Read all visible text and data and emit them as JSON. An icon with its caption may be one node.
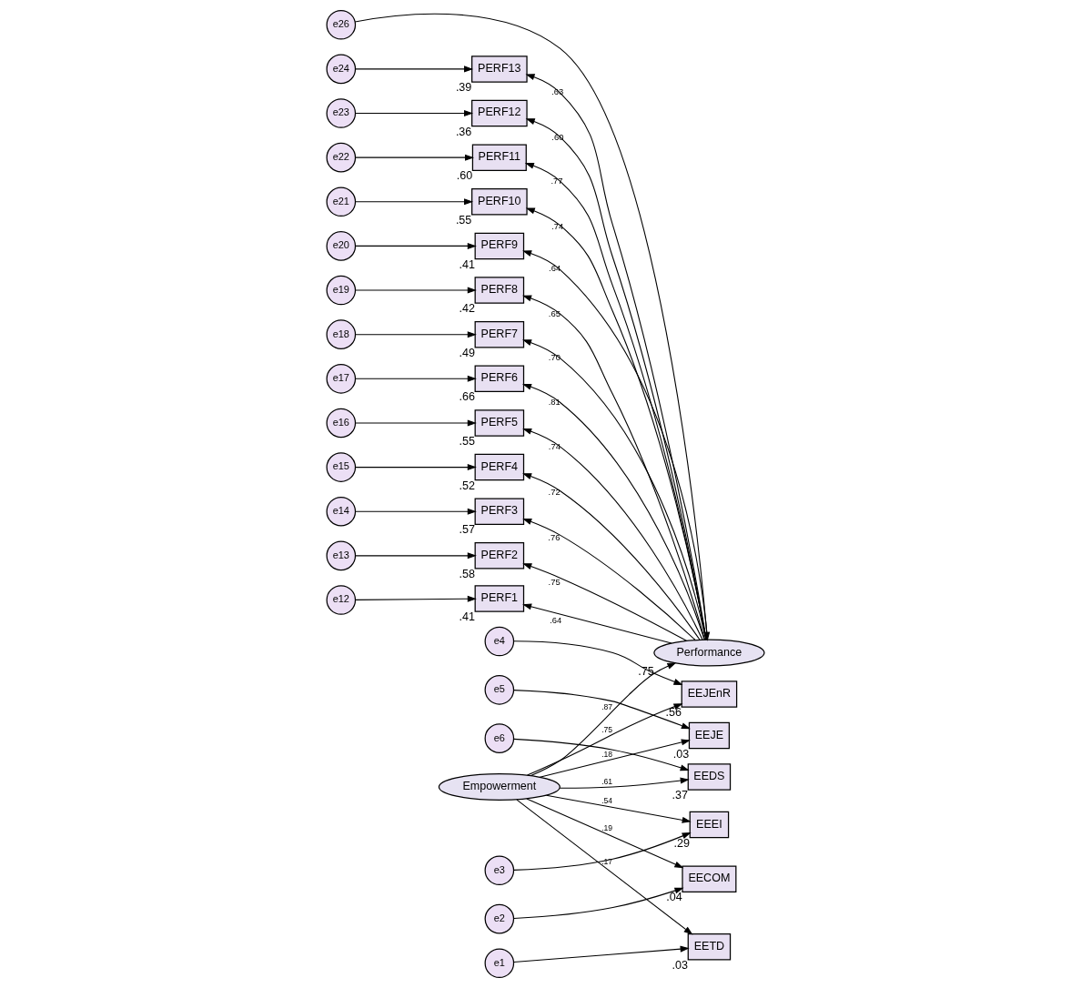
{
  "diagram": {
    "nodes": [
      {
        "text": [
          "e24"
        ]
      },
      {
        "text": [
          "e23"
        ]
      },
      {
        "text": [
          "e22"
        ]
      },
      {
        "text": [
          "e21"
        ]
      },
      {
        "text": [
          "e20"
        ]
      },
      {
        "text": [
          "e19"
        ]
      },
      {
        "text": [
          "e18"
        ]
      },
      {
        "text": [
          "e17"
        ]
      },
      {
        "text": [
          "e16"
        ]
      },
      {
        "text": [
          "e15"
        ]
      },
      {
        "text": [
          "e14"
        ]
      },
      {
        "text": [
          "e13"
        ]
      },
      {
        "text": [
          "e12"
        ]
      },
      {
        "text": [
          "PERF13"
        ],
        "beside": [
          ".39"
        ]
      },
      {
        "text": [
          "PERF12"
        ],
        "beside": [
          ".36"
        ]
      },
      {
        "text": [
          "PERF11"
        ],
        "beside": [
          ".60"
        ]
      },
      {
        "text": [
          "PERF10"
        ],
        "beside": [
          ".55"
        ]
      },
      {
        "text": [
          "PERF9"
        ],
        "beside": [
          ".41"
        ]
      },
      {
        "text": [
          "PERF8"
        ],
        "beside": [
          ".42"
        ]
      },
      {
        "text": [
          "PERF7"
        ],
        "beside": [
          ".49"
        ]
      },
      {
        "text": [
          "PERF6"
        ],
        "beside": [
          ".66"
        ]
      },
      {
        "text": [
          "PERF5"
        ],
        "beside": [
          ".55"
        ]
      },
      {
        "text": [
          "PERF4"
        ],
        "beside": [
          ".52"
        ]
      },
      {
        "text": [
          "PERF3"
        ],
        "beside": [
          ".57"
        ]
      },
      {
        "text": [
          "PERF2"
        ],
        "beside": [
          ".58"
        ]
      },
      {
        "text": [
          "PERF1"
        ],
        "beside": [
          ".41"
        ]
      },
      {
        "text": [
          "e26"
        ]
      },
      {
        "text": [
          "Performance"
        ],
        "beside": [
          ".75"
        ]
      },
      {
        "text": [
          "Empowerment"
        ]
      },
      {
        "text": [
          "EEDS"
        ],
        "beside": [
          ".37"
        ]
      },
      {
        "text": [
          "EEJE"
        ],
        "beside": [
          ".03"
        ]
      },
      {
        "text": [
          "EEJEnR"
        ],
        "beside": [
          ".56"
        ]
      },
      {
        "text": [
          "EEEI"
        ],
        "beside": [
          ".29"
        ]
      },
      {
        "text": [
          "EECOM"
        ],
        "beside": [
          ".04"
        ]
      },
      {
        "text": [
          "EETD"
        ],
        "beside": [
          ".03"
        ]
      },
      {
        "text": [
          "e6"
        ]
      },
      {
        "text": [
          "e5"
        ]
      },
      {
        "text": [
          "e4"
        ]
      },
      {
        "text": [
          "e3"
        ]
      },
      {
        "text": [
          "e2"
        ]
      },
      {
        "text": [
          "e1"
        ]
      }
    ],
    "edges": [
      {
        "from": 0,
        "to": 13,
        "arrow": "to"
      },
      {
        "from": 1,
        "to": 14,
        "arrow": "to"
      },
      {
        "from": 2,
        "to": 15,
        "arrow": "to"
      },
      {
        "from": 3,
        "to": 16,
        "arrow": "to"
      },
      {
        "from": 4,
        "to": 17,
        "arrow": "to"
      },
      {
        "from": 5,
        "to": 18,
        "arrow": "to"
      },
      {
        "from": 6,
        "to": 19,
        "arrow": "to"
      },
      {
        "from": 7,
        "to": 20,
        "arrow": "to"
      },
      {
        "from": 8,
        "to": 21,
        "arrow": "to"
      },
      {
        "from": 9,
        "to": 22,
        "arrow": "to"
      },
      {
        "from": 10,
        "to": 23,
        "arrow": "to"
      },
      {
        "from": 11,
        "to": 24,
        "arrow": "to"
      },
      {
        "from": 12,
        "to": 25,
        "arrow": "to"
      },
      {
        "from": 27,
        "to": 13,
        "arrow": "to",
        "label": ".63"
      },
      {
        "from": 27,
        "to": 14,
        "arrow": "to",
        "label": ".60"
      },
      {
        "from": 27,
        "to": 15,
        "arrow": "to",
        "label": ".77"
      },
      {
        "from": 27,
        "to": 16,
        "arrow": "to",
        "label": ".74"
      },
      {
        "from": 27,
        "to": 17,
        "arrow": "to",
        "label": ".64"
      },
      {
        "from": 27,
        "to": 18,
        "arrow": "to",
        "label": ".65"
      },
      {
        "from": 27,
        "to": 19,
        "arrow": "to",
        "label": ".70"
      },
      {
        "from": 27,
        "to": 20,
        "arrow": "to",
        "label": ".81"
      },
      {
        "from": 27,
        "to": 21,
        "arrow": "to",
        "label": ".74"
      },
      {
        "from": 27,
        "to": 22,
        "arrow": "to",
        "label": ".72"
      },
      {
        "from": 27,
        "to": 23,
        "arrow": "to",
        "label": ".76"
      },
      {
        "from": 27,
        "to": 24,
        "arrow": "to",
        "label": ".75"
      },
      {
        "from": 27,
        "to": 25,
        "arrow": "to",
        "label": ".64"
      },
      {
        "from": 26,
        "to": 27,
        "arrow": "to"
      },
      {
        "from": 28,
        "to": 27,
        "arrow": "to",
        "label": ".87"
      },
      {
        "from": 28,
        "to": 29,
        "arrow": "to",
        "label": ".61"
      },
      {
        "from": 28,
        "to": 30,
        "arrow": "to",
        "label": ".18"
      },
      {
        "from": 28,
        "to": 31,
        "arrow": "to",
        "label": ".75"
      },
      {
        "from": 28,
        "to": 32,
        "arrow": "to",
        "label": ".54"
      },
      {
        "from": 28,
        "to": 33,
        "arrow": "to",
        "label": ".19"
      },
      {
        "from": 28,
        "to": 34,
        "arrow": "to",
        "label": ".17"
      },
      {
        "from": 35,
        "to": 29,
        "arrow": "to"
      },
      {
        "from": 36,
        "to": 30,
        "arrow": "to"
      },
      {
        "from": 37,
        "to": 31,
        "arrow": "to"
      },
      {
        "from": 38,
        "to": 32,
        "arrow": "to"
      },
      {
        "from": 39,
        "to": 33,
        "arrow": "to"
      },
      {
        "from": 40,
        "to": 34,
        "arrow": "to"
      }
    ]
  }
}
